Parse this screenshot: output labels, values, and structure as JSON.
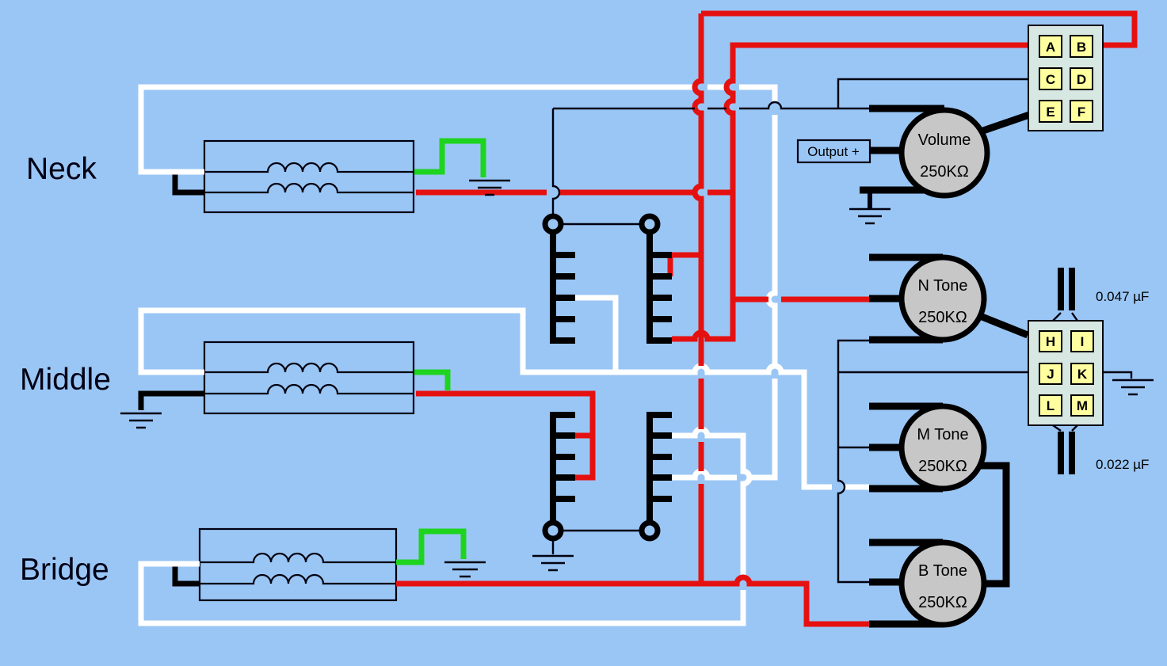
{
  "pickups": [
    {
      "label": "Neck"
    },
    {
      "label": "Middle"
    },
    {
      "label": "Bridge"
    }
  ],
  "pots": [
    {
      "name": "Volume",
      "value": "250KΩ"
    },
    {
      "name": "N Tone",
      "value": "250KΩ"
    },
    {
      "name": "M Tone",
      "value": "250KΩ"
    },
    {
      "name": "B Tone",
      "value": "250KΩ"
    }
  ],
  "output": {
    "label": "Output +"
  },
  "blocks": {
    "top": {
      "cells": [
        "A",
        "B",
        "C",
        "D",
        "E",
        "F"
      ]
    },
    "right": {
      "cells": [
        "H",
        "I",
        "J",
        "K",
        "L",
        "M"
      ]
    }
  },
  "capacitors": [
    {
      "value": "0.047 µF"
    },
    {
      "value": "0.022 µF"
    }
  ],
  "colors": {
    "background": "#9ac6f5",
    "wire_red": "#e51111",
    "wire_white": "#ffffff",
    "wire_green": "#1ed41e",
    "wire_black": "#000000",
    "thin_line": "#000010",
    "pot_fill": "#c7c7c7",
    "block_fill": "#d7e7e1",
    "cell_fill": "#ffffa0"
  }
}
